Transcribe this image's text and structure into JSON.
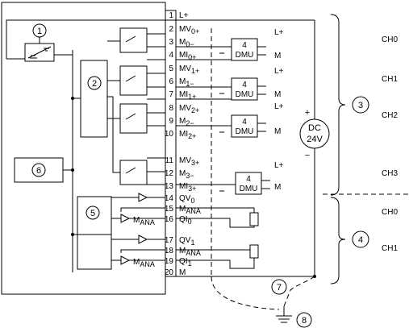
{
  "terminals": [
    {
      "num": "1",
      "label": "L+",
      "sub": ""
    },
    {
      "num": "2",
      "label": "MV",
      "sub": "0+"
    },
    {
      "num": "3",
      "label": "M",
      "sub": "0−"
    },
    {
      "num": "4",
      "label": "MI",
      "sub": "0+"
    },
    {
      "num": "5",
      "label": "MV",
      "sub": "1+"
    },
    {
      "num": "6",
      "label": "M",
      "sub": "1−"
    },
    {
      "num": "7",
      "label": "MI",
      "sub": "1+"
    },
    {
      "num": "8",
      "label": "MV",
      "sub": "2+"
    },
    {
      "num": "9",
      "label": "M",
      "sub": "2−"
    },
    {
      "num": "10",
      "label": "MI",
      "sub": "2+"
    },
    {
      "num": "11",
      "label": "MV",
      "sub": "3+"
    },
    {
      "num": "12",
      "label": "M",
      "sub": "3−"
    },
    {
      "num": "13",
      "label": "MI",
      "sub": "3+"
    },
    {
      "num": "14",
      "label": "QV",
      "sub": "0"
    },
    {
      "num": "15",
      "label": "M",
      "sub": "ANA"
    },
    {
      "num": "16",
      "label": "QI",
      "sub": "0"
    },
    {
      "num": "17",
      "label": "QV",
      "sub": "1"
    },
    {
      "num": "18",
      "label": "M",
      "sub": "ANA"
    },
    {
      "num": "19",
      "label": "QI",
      "sub": "1"
    },
    {
      "num": "20",
      "label": "M",
      "sub": ""
    }
  ],
  "callouts": [
    "1",
    "2",
    "3",
    "4",
    "5",
    "6",
    "7",
    "8"
  ],
  "dmu": {
    "num": "4",
    "label": "DMU"
  },
  "supply": {
    "line1": "DC",
    "line2": "24V",
    "plus": "+",
    "minus": "−"
  },
  "rails": {
    "lplus": "L+",
    "m": "M"
  },
  "internal_mana": {
    "main": "M",
    "sub": "ANA"
  },
  "channels": {
    "inputs": [
      "CH0",
      "CH1",
      "CH2",
      "CH3"
    ],
    "outputs": [
      "CH0",
      "CH1"
    ]
  }
}
